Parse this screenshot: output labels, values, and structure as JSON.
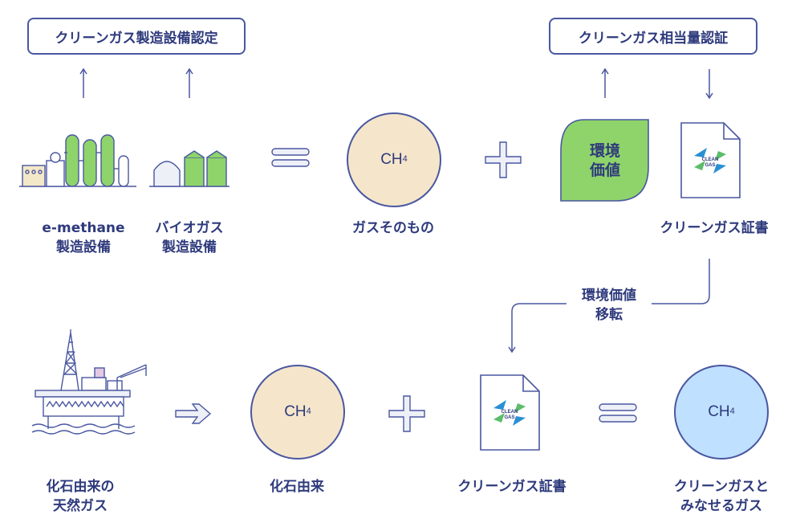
{
  "top_left_box": "クリーンガス製造設備認定",
  "top_right_box": "クリーンガス相当量認証",
  "labels": {
    "emethane_1": "e-methane",
    "emethane_2": "製造設備",
    "bio_1": "バイオガス",
    "bio_2": "製造設備",
    "gas_itself": "ガスそのもの",
    "certificate_top": "クリーンガス証書",
    "transfer_1": "環境価値",
    "transfer_2": "移転",
    "fossil_gas_1": "化石由来の",
    "fossil_gas_2": "天然ガス",
    "fossil_origin": "化石由来",
    "certificate_bottom": "クリーンガス証書",
    "deemed_1": "クリーンガスと",
    "deemed_2": "みなせるガス"
  },
  "env_value_1": "環境",
  "env_value_2": "価値",
  "ch4_top": {
    "main": "CH",
    "sub": "4"
  },
  "ch4_mid": {
    "main": "CH",
    "sub": "4"
  },
  "ch4_right": {
    "main": "CH",
    "sub": "4"
  },
  "cert_logo_1": "CLEAN",
  "cert_logo_2": "GAS",
  "colors": {
    "navy": "#2e3a7c",
    "line": "#4a57a0",
    "green": "#8ed46a",
    "beige": "#f5e6cb",
    "blue": "#bfe0ff",
    "cream": "#f3e8c8",
    "pink": "#e4c9e6"
  }
}
